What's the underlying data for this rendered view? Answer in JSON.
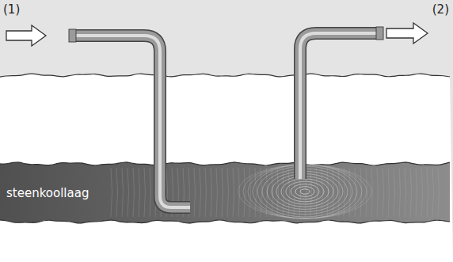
{
  "diagram": {
    "nodes": [
      {
        "text": [
          "steenkoollaag"
        ]
      }
    ],
    "labels": [
      "(1)",
      "(2)"
    ]
  }
}
